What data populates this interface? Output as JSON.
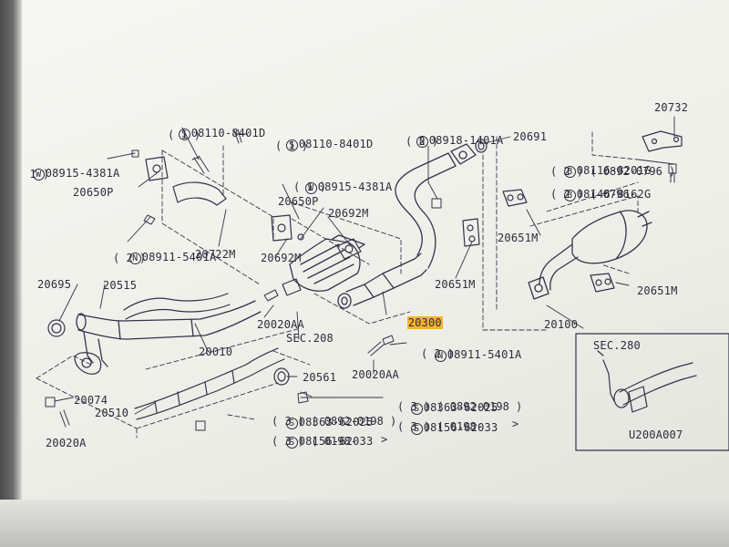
{
  "diagram": {
    "code": "U200A007",
    "highlight_color": "#f7b32b",
    "callouts": [
      {
        "id": "c1",
        "prefix": "S",
        "part": "08110-8401D",
        "qty": "( 1 )"
      },
      {
        "id": "c2",
        "prefix": "S",
        "part": "08110-8401D",
        "qty": "( 1 )"
      },
      {
        "id": "c3",
        "prefix": "N",
        "part": "08918-1401A",
        "qty": "( 2 )"
      },
      {
        "id": "c4",
        "prefix": "W",
        "part": "08915-4381A",
        "qty": "( 1 )"
      },
      {
        "id": "c5",
        "prefix": "W",
        "part": "08915-4381A",
        "qty": "( 1 )"
      },
      {
        "id": "c6",
        "prefix": "N",
        "part": "08911-5401A",
        "qty": "( 2 )"
      },
      {
        "id": "c7",
        "prefix": "N",
        "part": "08911-5401A",
        "qty": "( 2 )"
      },
      {
        "id": "c8",
        "prefix": "B",
        "part": "08116-8201G",
        "qty": "( 2 ) ( 0892-0796 )"
      },
      {
        "id": "c9",
        "prefix": "B",
        "part": "08146-8162G",
        "qty": "( 2 ) ( 0796-"
      },
      {
        "id": "c10",
        "prefix": "S",
        "part": "08363-62025",
        "qty": "( 3 ) ( 0892-0198 )"
      },
      {
        "id": "c11",
        "prefix": "S",
        "part": "08156-62033",
        "qty": "( 3 ) ( 0198-"
      },
      {
        "id": "c12",
        "prefix": "S",
        "part": "08363-62025",
        "qty": "( 3 ) ( 0892-0198 )"
      },
      {
        "id": "c13",
        "prefix": "S",
        "part": "08156-62033",
        "qty": "( 3 ) ( 0198-"
      }
    ],
    "part_labels": {
      "p20732": "20732",
      "p20691": "20691",
      "p20650P_a": "20650P",
      "p20650P_b": "20650P",
      "p20692M": "20692M",
      "p20722M": "20722M",
      "p20692M_b": "20692M",
      "p20651M_a": "20651M",
      "p20651M_b": "20651M",
      "p20651M_c": "20651M",
      "p20695": "20695",
      "p20515": "20515",
      "p20300": "20300",
      "p20020AA_a": "20020AA",
      "p20020AA_b": "20020AA",
      "psec208": "SEC.208",
      "psec280": "SEC.280",
      "p20100": "20100",
      "p20010": "20010",
      "p20561": "20561",
      "p20074": "20074",
      "p20510": "20510",
      "p20020A": "20020A"
    },
    "brackets": [
      ">",
      ">"
    ]
  }
}
